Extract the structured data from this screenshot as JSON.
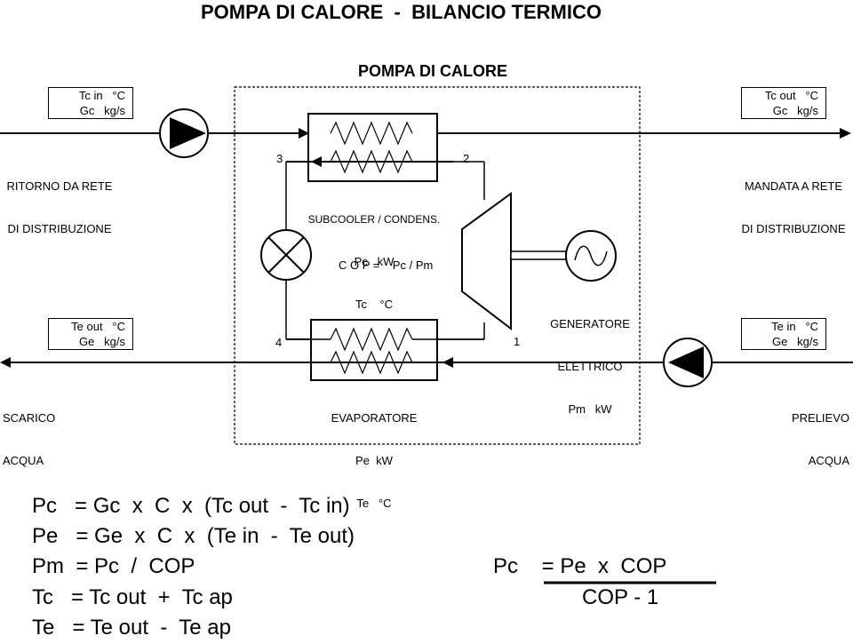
{
  "title": "POMPA DI CALORE  -  BILANCIO TERMICO",
  "subtitle": "POMPA DI CALORE",
  "box_tl": {
    "line1": "Tc in   °C",
    "line2": "Gc   kg/s"
  },
  "box_tr": {
    "line1": "Tc out   °C",
    "line2": "Gc   kg/s"
  },
  "box_ml": {
    "line1": "Te out   °C",
    "line2": "Ge   kg/s"
  },
  "box_mr": {
    "line1": "Te in   °C",
    "line2": "Ge   kg/s"
  },
  "ritorno": {
    "line1": "RITORNO DA RETE",
    "line2": "DI DISTRIBUZIONE"
  },
  "mandata": {
    "line1": "MANDATA A RETE",
    "line2": "DI DISTRIBUZIONE"
  },
  "scarico": {
    "line1": "SCARICO",
    "line2": "ACQUA"
  },
  "prelievo": {
    "line1": "PRELIEVO",
    "line2": "ACQUA"
  },
  "node_3": "3",
  "node_2": "2",
  "node_4": "4",
  "node_1": "1",
  "condenser": {
    "line1": "SUBCOOLER / CONDENS.",
    "line2": "Pc   kW",
    "line3": "Tc    °C"
  },
  "cop_label": "C O P =    Pc / Pm",
  "generator": {
    "line1": "GENERATORE",
    "line2": "ELETTRICO",
    "line3": "Pm   kW"
  },
  "evaporator": {
    "line1": "EVAPORATORE",
    "line2": "Pe  kW",
    "line3": "Te   °C"
  },
  "formulas": {
    "f1": "Pc   = Gc  x  C  x  (Tc out  -  Tc in)",
    "f2": "Pe   = Ge  x  C  x  (Te in  -  Te out)",
    "f3": "Pm  = Pc  /  COP",
    "f4": "Tc   = Tc out  +  Tc ap",
    "f5": "Te   = Te out  -  Te ap",
    "f6_num": "Pc    = Pe  x  COP",
    "f6_den": "COP - 1"
  }
}
